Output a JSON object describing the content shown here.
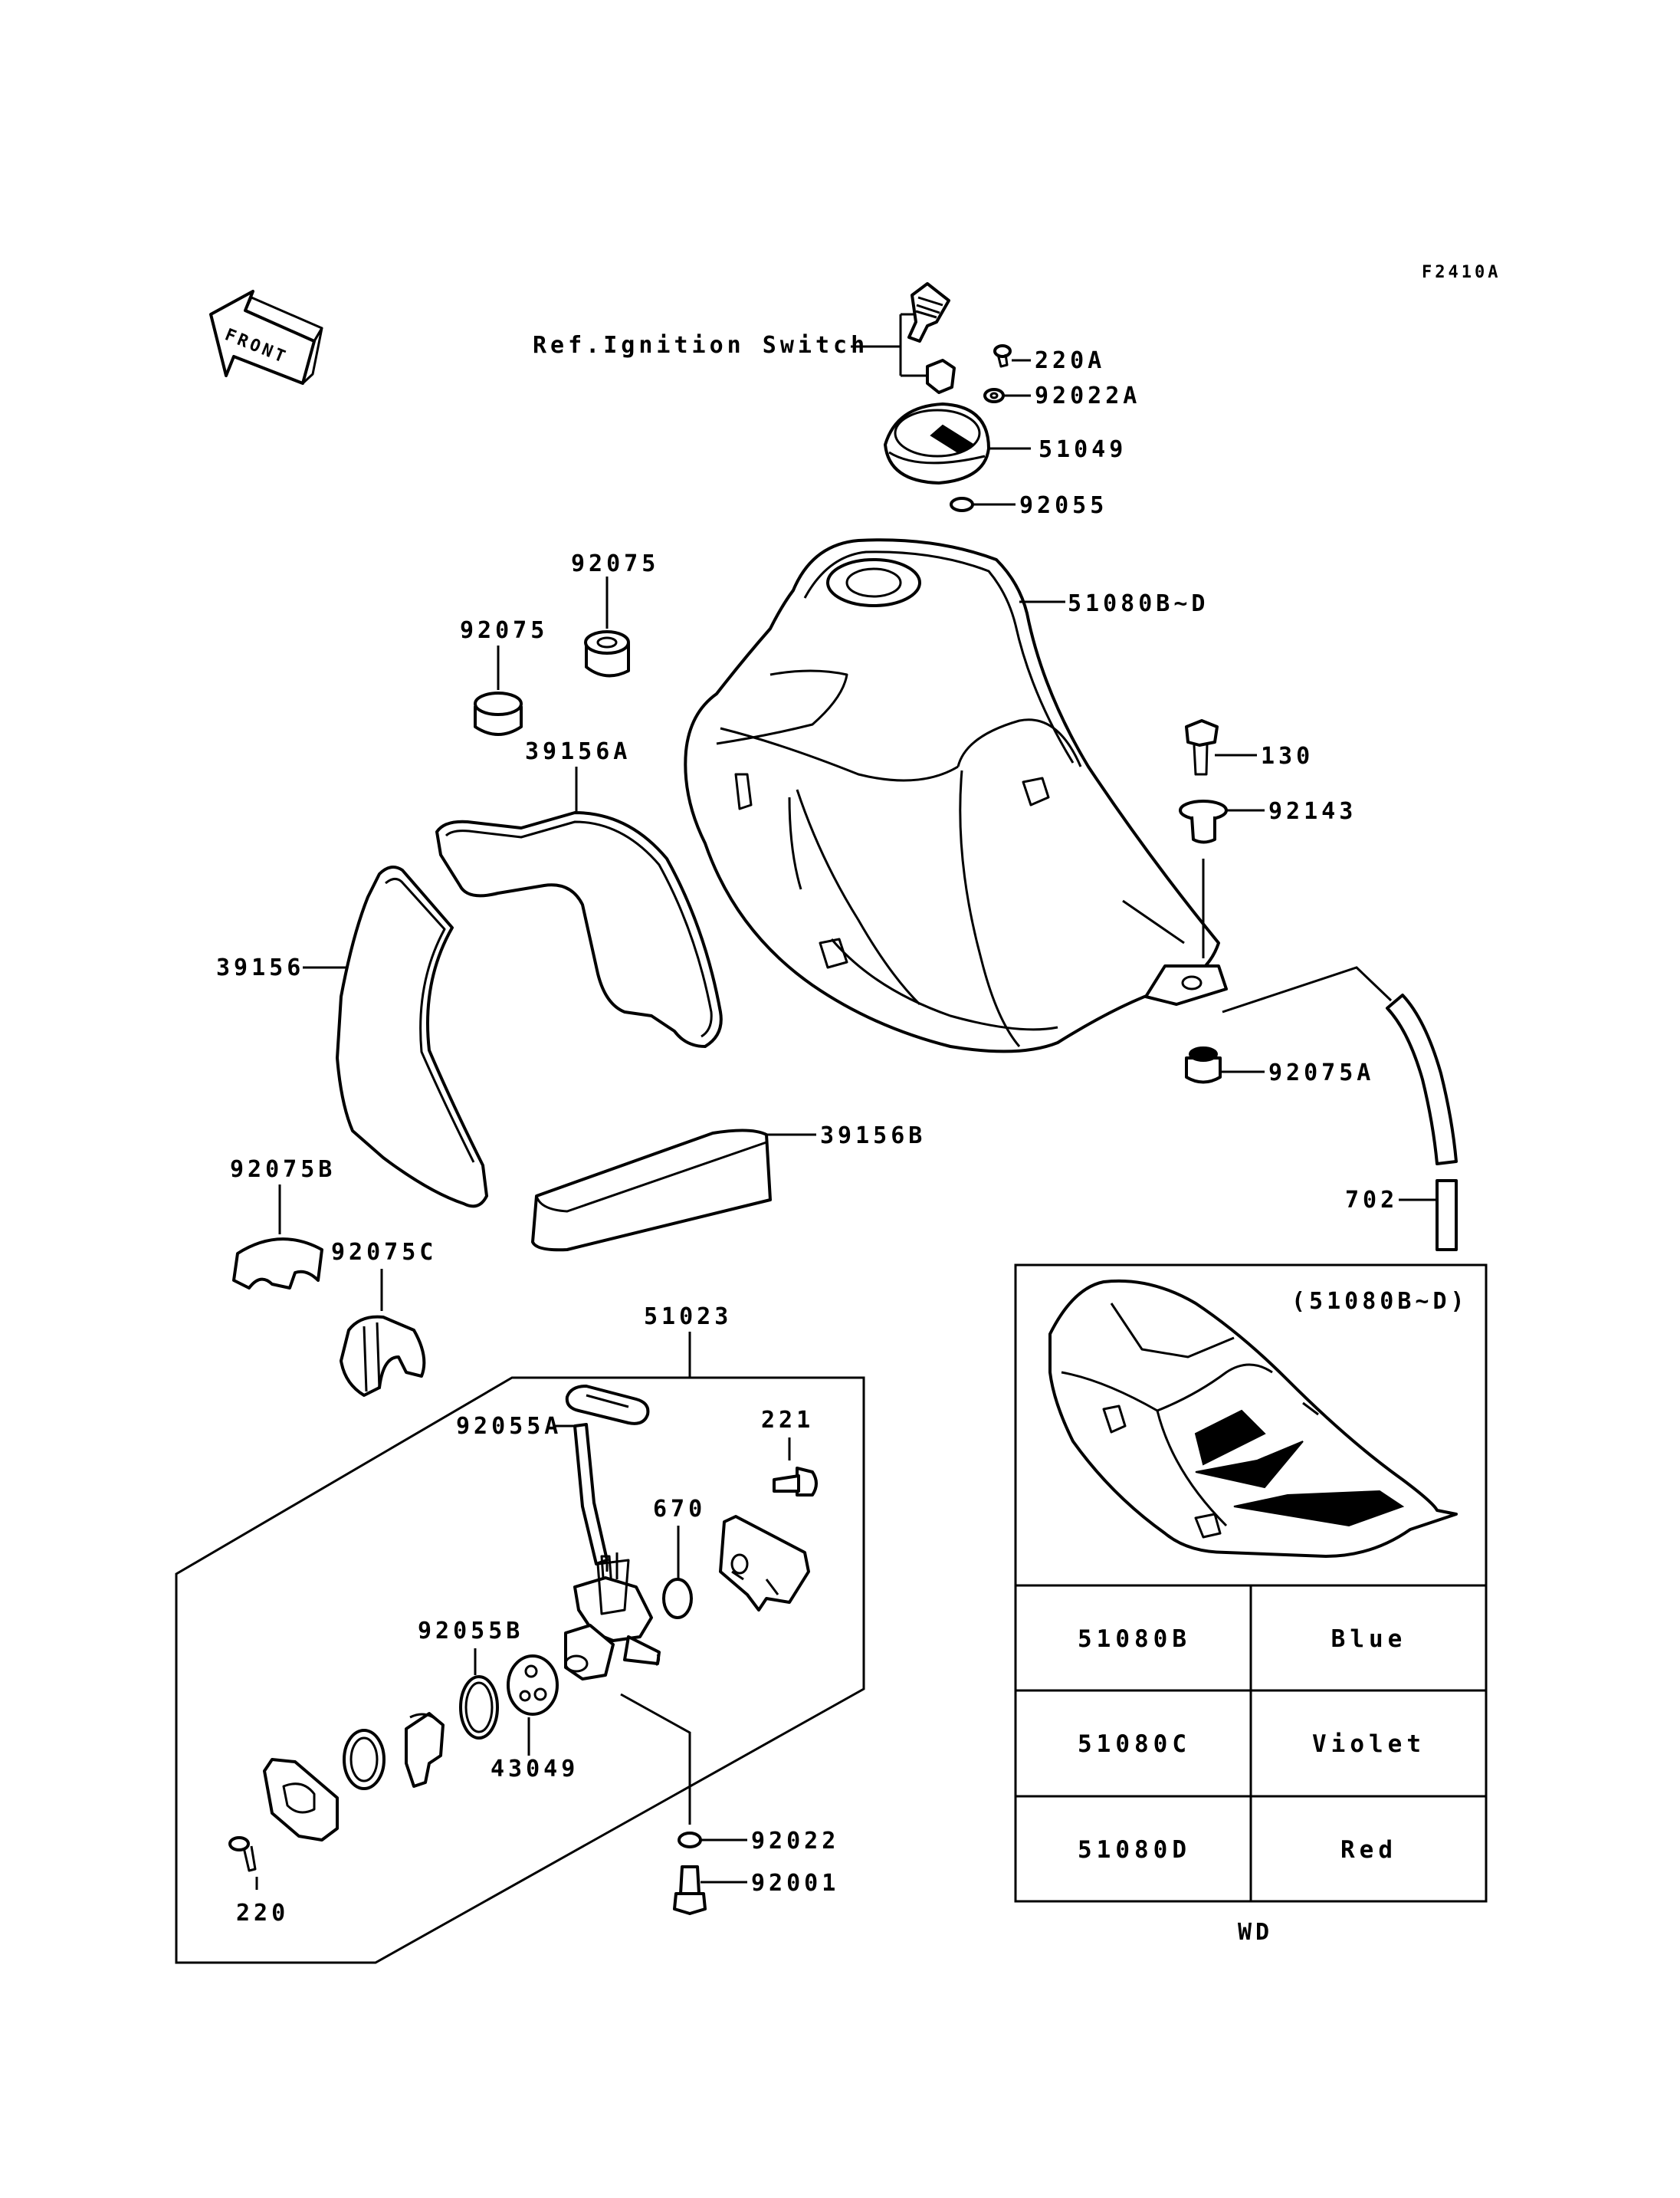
{
  "figure_code": "F2410A",
  "front_label": "FRONT",
  "ref_label": "Ref.Ignition Switch",
  "callouts": {
    "p220A": "220A",
    "p92022A": "92022A",
    "p51049": "51049",
    "p92055": "92055",
    "p92075_top": "92075",
    "p92075_left": "92075",
    "p51080": "51080B~D",
    "p39156A": "39156A",
    "p130": "130",
    "p92143": "92143",
    "p39156": "39156",
    "p92075A": "92075A",
    "p39156B": "39156B",
    "p92075B": "92075B",
    "p92075C": "92075C",
    "p702": "702",
    "p51023": "51023",
    "p92055A": "92055A",
    "p221": "221",
    "p670": "670",
    "p92055B": "92055B",
    "p43049": "43049",
    "p92022": "92022",
    "p92001": "92001",
    "p220": "220"
  },
  "inset": {
    "caption": "(51080B~D)",
    "rows": [
      {
        "part": "51080B",
        "color": "Blue"
      },
      {
        "part": "51080C",
        "color": "Violet"
      },
      {
        "part": "51080D",
        "color": "Red"
      }
    ]
  },
  "footer_code": "WD"
}
